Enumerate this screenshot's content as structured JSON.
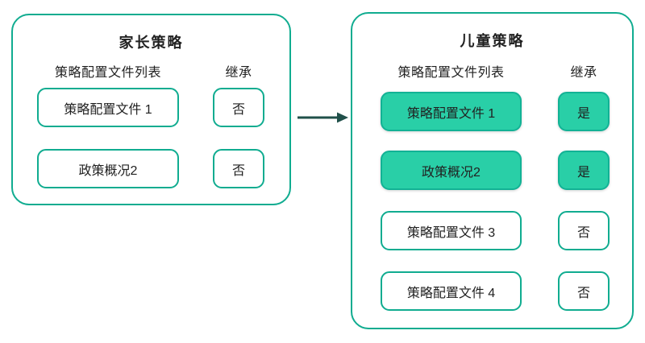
{
  "colors": {
    "teal": "#10ac90",
    "fill": "#29cfa7",
    "fill-border": "#12b295",
    "arrow": "#20504a",
    "text": "#212121"
  },
  "parent_panel": {
    "title": "家长策略",
    "list_header": "策略配置文件列表",
    "inherit_header": "继承",
    "rows": [
      {
        "label": "策略配置文件 1",
        "inherit": "否",
        "inherited": false
      },
      {
        "label": "政策概况2",
        "inherit": "否",
        "inherited": false
      }
    ]
  },
  "child_panel": {
    "title": "儿童策略",
    "list_header": "策略配置文件列表",
    "inherit_header": "继承",
    "rows": [
      {
        "label": "策略配置文件 1",
        "inherit": "是",
        "inherited": true
      },
      {
        "label": "政策概况2",
        "inherit": "是",
        "inherited": true
      },
      {
        "label": "策略配置文件 3",
        "inherit": "否",
        "inherited": false
      },
      {
        "label": "策略配置文件 4",
        "inherit": "否",
        "inherited": false
      }
    ]
  }
}
